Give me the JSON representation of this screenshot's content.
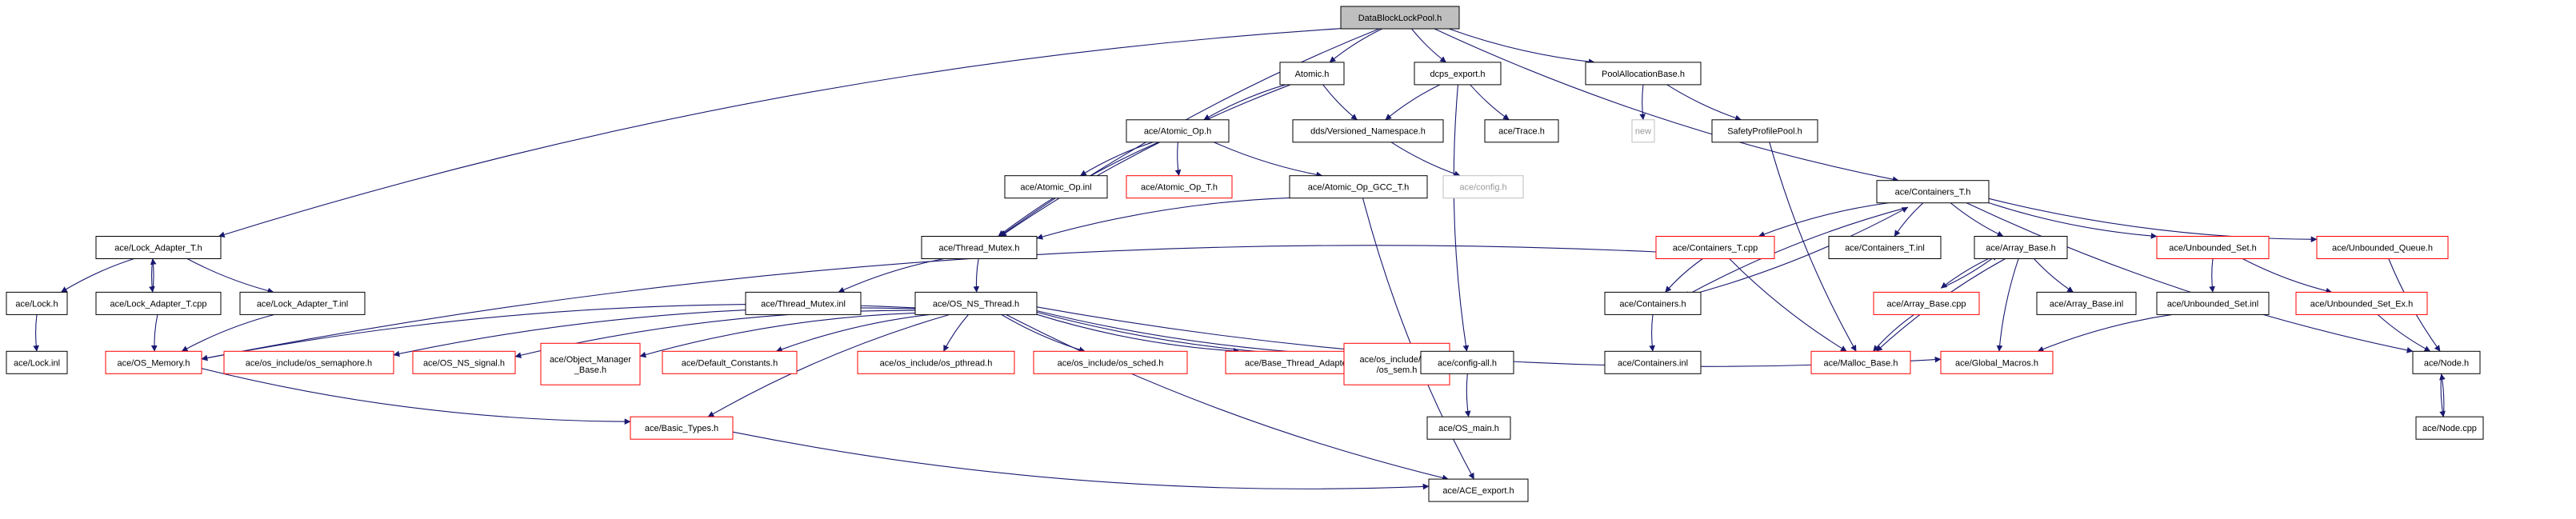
{
  "colors": {
    "edge": "#191970",
    "normal_border": "#000000",
    "missing_border": "#ff0000",
    "root_fill": "#bfbfbf",
    "node_fill": "#ffffff",
    "external_border": "#bfbfbf",
    "external_text": "#999999"
  },
  "nodes": [
    {
      "id": "DataBlockLockPool_h",
      "label": "DataBlockLockPool.h",
      "style": "root"
    },
    {
      "id": "Atomic_h",
      "label": "Atomic.h",
      "style": "normal"
    },
    {
      "id": "dcps_export_h",
      "label": "dcps_export.h",
      "style": "normal"
    },
    {
      "id": "PoolAllocationBase_h",
      "label": "PoolAllocationBase.h",
      "style": "normal"
    },
    {
      "id": "ace_Atomic_Op_h",
      "label": "ace/Atomic_Op.h",
      "style": "normal"
    },
    {
      "id": "dds_Versioned_Namespace_h",
      "label": "dds/Versioned_Namespace.h",
      "style": "normal"
    },
    {
      "id": "ace_Trace_h",
      "label": "ace/Trace.h",
      "style": "normal"
    },
    {
      "id": "new",
      "label": "new",
      "style": "external"
    },
    {
      "id": "SafetyProfilePool_h",
      "label": "SafetyProfilePool.h",
      "style": "normal"
    },
    {
      "id": "ace_Atomic_Op_inl",
      "label": "ace/Atomic_Op.inl",
      "style": "normal"
    },
    {
      "id": "ace_Atomic_Op_T_h",
      "label": "ace/Atomic_Op_T.h",
      "style": "missing"
    },
    {
      "id": "ace_Atomic_Op_GCC_T_h",
      "label": "ace/Atomic_Op_GCC_T.h",
      "style": "normal"
    },
    {
      "id": "ace_config_h",
      "label": "ace/config.h",
      "style": "external"
    },
    {
      "id": "ace_Containers_T_h",
      "label": "ace/Containers_T.h",
      "style": "normal"
    },
    {
      "id": "ace_Lock_Adapter_T_h",
      "label": "ace/Lock_Adapter_T.h",
      "style": "normal"
    },
    {
      "id": "ace_Thread_Mutex_h",
      "label": "ace/Thread_Mutex.h",
      "style": "normal"
    },
    {
      "id": "ace_Containers_T_cpp",
      "label": "ace/Containers_T.cpp",
      "style": "missing"
    },
    {
      "id": "ace_Containers_T_inl",
      "label": "ace/Containers_T.inl",
      "style": "normal"
    },
    {
      "id": "ace_Array_Base_h",
      "label": "ace/Array_Base.h",
      "style": "normal"
    },
    {
      "id": "ace_Unbounded_Set_h",
      "label": "ace/Unbounded_Set.h",
      "style": "missing"
    },
    {
      "id": "ace_Unbounded_Queue_h",
      "label": "ace/Unbounded_Queue.h",
      "style": "missing"
    },
    {
      "id": "ace_Lock_h",
      "label": "ace/Lock.h",
      "style": "normal"
    },
    {
      "id": "ace_Lock_Adapter_T_cpp",
      "label": "ace/Lock_Adapter_T.cpp",
      "style": "normal"
    },
    {
      "id": "ace_Lock_Adapter_T_inl",
      "label": "ace/Lock_Adapter_T.inl",
      "style": "normal"
    },
    {
      "id": "ace_Thread_Mutex_inl",
      "label": "ace/Thread_Mutex.inl",
      "style": "normal"
    },
    {
      "id": "ace_OS_NS_Thread_h",
      "label": "ace/OS_NS_Thread.h",
      "style": "normal"
    },
    {
      "id": "ace_Containers_h",
      "label": "ace/Containers.h",
      "style": "normal"
    },
    {
      "id": "ace_Array_Base_cpp",
      "label": "ace/Array_Base.cpp",
      "style": "missing"
    },
    {
      "id": "ace_Array_Base_inl",
      "label": "ace/Array_Base.inl",
      "style": "normal"
    },
    {
      "id": "ace_Unbounded_Set_inl",
      "label": "ace/Unbounded_Set.inl",
      "style": "normal"
    },
    {
      "id": "ace_Unbounded_Set_Ex_h",
      "label": "ace/Unbounded_Set_Ex.h",
      "style": "missing"
    },
    {
      "id": "ace_Lock_inl",
      "label": "ace/Lock.inl",
      "style": "normal"
    },
    {
      "id": "ace_OS_Memory_h",
      "label": "ace/OS_Memory.h",
      "style": "missing"
    },
    {
      "id": "ace_os_include_os_semaphore_h",
      "label": "ace/os_include/os_semaphore.h",
      "style": "missing"
    },
    {
      "id": "ace_OS_NS_signal_h",
      "label": "ace/OS_NS_signal.h",
      "style": "missing"
    },
    {
      "id": "ace_Object_Manager_Base_h",
      "label": "ace/Object_Manager\n_Base.h",
      "style": "missing"
    },
    {
      "id": "ace_Default_Constants_h",
      "label": "ace/Default_Constants.h",
      "style": "missing"
    },
    {
      "id": "ace_os_include_os_pthread_h",
      "label": "ace/os_include/os_pthread.h",
      "style": "missing"
    },
    {
      "id": "ace_os_include_os_sched_h",
      "label": "ace/os_include/os_sched.h",
      "style": "missing"
    },
    {
      "id": "ace_Base_Thread_Adapter_h",
      "label": "ace/Base_Thread_Adapter.h",
      "style": "missing"
    },
    {
      "id": "ace_os_include_sys_os_sem_h",
      "label": "ace/os_include/sys\n/os_sem.h",
      "style": "missing"
    },
    {
      "id": "ace_config_all_h",
      "label": "ace/config-all.h",
      "style": "normal"
    },
    {
      "id": "ace_Containers_inl",
      "label": "ace/Containers.inl",
      "style": "normal"
    },
    {
      "id": "ace_Malloc_Base_h",
      "label": "ace/Malloc_Base.h",
      "style": "missing"
    },
    {
      "id": "ace_Global_Macros_h",
      "label": "ace/Global_Macros.h",
      "style": "missing"
    },
    {
      "id": "ace_Node_h",
      "label": "ace/Node.h",
      "style": "normal"
    },
    {
      "id": "ace_Basic_Types_h",
      "label": "ace/Basic_Types.h",
      "style": "missing"
    },
    {
      "id": "ace_OS_main_h",
      "label": "ace/OS_main.h",
      "style": "normal"
    },
    {
      "id": "ace_Node_cpp",
      "label": "ace/Node.cpp",
      "style": "normal"
    },
    {
      "id": "ace_ACE_export_h",
      "label": "ace/ACE_export.h",
      "style": "normal"
    }
  ],
  "edges": [
    [
      "DataBlockLockPool_h",
      "Atomic_h"
    ],
    [
      "DataBlockLockPool_h",
      "dcps_export_h"
    ],
    [
      "DataBlockLockPool_h",
      "PoolAllocationBase_h"
    ],
    [
      "DataBlockLockPool_h",
      "ace_Containers_T_h"
    ],
    [
      "DataBlockLockPool_h",
      "ace_Lock_Adapter_T_h"
    ],
    [
      "DataBlockLockPool_h",
      "ace_Thread_Mutex_h"
    ],
    [
      "Atomic_h",
      "ace_Atomic_Op_h"
    ],
    [
      "Atomic_h",
      "dds_Versioned_Namespace_h"
    ],
    [
      "Atomic_h",
      "ace_Thread_Mutex_h"
    ],
    [
      "dcps_export_h",
      "dds_Versioned_Namespace_h"
    ],
    [
      "dcps_export_h",
      "ace_Trace_h"
    ],
    [
      "dcps_export_h",
      "ace_config_all_h"
    ],
    [
      "PoolAllocationBase_h",
      "new"
    ],
    [
      "PoolAllocationBase_h",
      "SafetyProfilePool_h"
    ],
    [
      "SafetyProfilePool_h",
      "ace_Malloc_Base_h"
    ],
    [
      "dds_Versioned_Namespace_h",
      "ace_config_h"
    ],
    [
      "ace_Atomic_Op_h",
      "ace_Atomic_Op_inl"
    ],
    [
      "ace_Atomic_Op_h",
      "ace_Atomic_Op_T_h"
    ],
    [
      "ace_Atomic_Op_h",
      "ace_Atomic_Op_GCC_T_h"
    ],
    [
      "ace_Atomic_Op_h",
      "ace_Thread_Mutex_h"
    ],
    [
      "ace_Atomic_Op_GCC_T_h",
      "ace_Thread_Mutex_h"
    ],
    [
      "ace_Atomic_Op_GCC_T_h",
      "ace_ACE_export_h"
    ],
    [
      "ace_Thread_Mutex_h",
      "ace_Thread_Mutex_inl"
    ],
    [
      "ace_Thread_Mutex_h",
      "ace_OS_NS_Thread_h"
    ],
    [
      "ace_Lock_Adapter_T_h",
      "ace_Lock_h"
    ],
    [
      "ace_Lock_Adapter_T_h",
      "ace_Lock_Adapter_T_cpp"
    ],
    [
      "ace_Lock_Adapter_T_h",
      "ace_Lock_Adapter_T_inl"
    ],
    [
      "ace_Lock_Adapter_T_cpp",
      "ace_Lock_Adapter_T_h"
    ],
    [
      "ace_Lock_Adapter_T_cpp",
      "ace_OS_Memory_h"
    ],
    [
      "ace_Lock_Adapter_T_inl",
      "ace_OS_Memory_h"
    ],
    [
      "ace_Lock_h",
      "ace_Lock_inl"
    ],
    [
      "ace_Containers_T_h",
      "ace_Containers_T_cpp"
    ],
    [
      "ace_Containers_T_h",
      "ace_Containers_T_inl"
    ],
    [
      "ace_Containers_T_h",
      "ace_Array_Base_h"
    ],
    [
      "ace_Containers_T_h",
      "ace_Unbounded_Set_h"
    ],
    [
      "ace_Containers_T_h",
      "ace_Unbounded_Queue_h"
    ],
    [
      "ace_Containers_T_h",
      "ace_Containers_h"
    ],
    [
      "ace_Containers_T_h",
      "ace_Node_h"
    ],
    [
      "ace_Containers_T_cpp",
      "ace_Containers_h"
    ],
    [
      "ace_Containers_T_cpp",
      "ace_Malloc_Base_h"
    ],
    [
      "ace_Containers_T_cpp",
      "ace_OS_Memory_h"
    ],
    [
      "ace_Containers_h",
      "ace_Containers_T_h"
    ],
    [
      "ace_Containers_h",
      "ace_Containers_inl"
    ],
    [
      "ace_Array_Base_h",
      "ace_Array_Base_cpp"
    ],
    [
      "ace_Array_Base_h",
      "ace_Array_Base_inl"
    ],
    [
      "ace_Array_Base_h",
      "ace_Global_Macros_h"
    ],
    [
      "ace_Array_Base_h",
      "ace_Malloc_Base_h"
    ],
    [
      "ace_Array_Base_cpp",
      "ace_Array_Base_h"
    ],
    [
      "ace_Array_Base_cpp",
      "ace_Malloc_Base_h"
    ],
    [
      "ace_Unbounded_Set_h",
      "ace_Unbounded_Set_inl"
    ],
    [
      "ace_Unbounded_Set_h",
      "ace_Unbounded_Set_Ex_h"
    ],
    [
      "ace_Unbounded_Set_inl",
      "ace_Global_Macros_h"
    ],
    [
      "ace_Unbounded_Set_Ex_h",
      "ace_Node_h"
    ],
    [
      "ace_Unbounded_Queue_h",
      "ace_Node_h"
    ],
    [
      "ace_Node_h",
      "ace_Node_cpp"
    ],
    [
      "ace_Node_cpp",
      "ace_Node_h"
    ],
    [
      "ace_OS_NS_Thread_h",
      "ace_OS_Memory_h"
    ],
    [
      "ace_OS_NS_Thread_h",
      "ace_os_include_os_semaphore_h"
    ],
    [
      "ace_OS_NS_Thread_h",
      "ace_OS_NS_signal_h"
    ],
    [
      "ace_OS_NS_Thread_h",
      "ace_Object_Manager_Base_h"
    ],
    [
      "ace_OS_NS_Thread_h",
      "ace_Default_Constants_h"
    ],
    [
      "ace_OS_NS_Thread_h",
      "ace_os_include_os_pthread_h"
    ],
    [
      "ace_OS_NS_Thread_h",
      "ace_os_include_os_sched_h"
    ],
    [
      "ace_OS_NS_Thread_h",
      "ace_Base_Thread_Adapter_h"
    ],
    [
      "ace_OS_NS_Thread_h",
      "ace_os_include_sys_os_sem_h"
    ],
    [
      "ace_OS_NS_Thread_h",
      "ace_config_all_h"
    ],
    [
      "ace_OS_NS_Thread_h",
      "ace_Global_Macros_h"
    ],
    [
      "ace_OS_NS_Thread_h",
      "ace_Basic_Types_h"
    ],
    [
      "ace_OS_NS_Thread_h",
      "ace_ACE_export_h"
    ],
    [
      "ace_OS_Memory_h",
      "ace_Basic_Types_h"
    ],
    [
      "ace_Basic_Types_h",
      "ace_ACE_export_h"
    ],
    [
      "ace_config_all_h",
      "ace_OS_main_h"
    ]
  ]
}
